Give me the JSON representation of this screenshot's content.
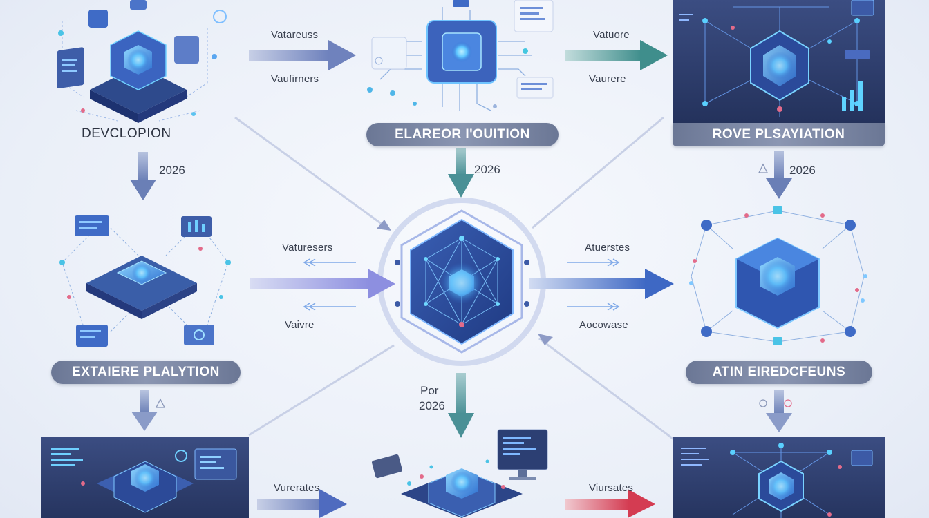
{
  "headings": {
    "top_left": "DEVCLOPION"
  },
  "pills": {
    "top_center": "ELAREOR I'OUITION",
    "top_right": "ROVE PLSAYIATION",
    "mid_left": "EXTAIERE PLALYTION",
    "mid_right": "ATIN EIREDCFEUNS"
  },
  "years": {
    "left": "2026",
    "center": "2026",
    "right": "2026",
    "bottom_prefix": "Por",
    "bottom": "2026"
  },
  "arrow_labels": {
    "top_left_upper": "Vatareuss",
    "top_left_lower": "Vaufirners",
    "top_right_upper": "Vatuore",
    "top_right_lower": "Vaurere",
    "mid_left_upper": "Vaturesers",
    "mid_left_lower": "Vaivre",
    "mid_right_upper": "Atuerstes",
    "mid_right_lower": "Aocowase",
    "bottom_left": "Vurerates",
    "bottom_right": "Viursates"
  },
  "colors": {
    "accent_blue": "#4a7fd6",
    "arrow_slate": "#7d8fc0",
    "arrow_teal": "#4f9a98",
    "arrow_red": "#d9485a",
    "panel_dark": "#2f3f6e",
    "glow": "#6fd0ff"
  }
}
